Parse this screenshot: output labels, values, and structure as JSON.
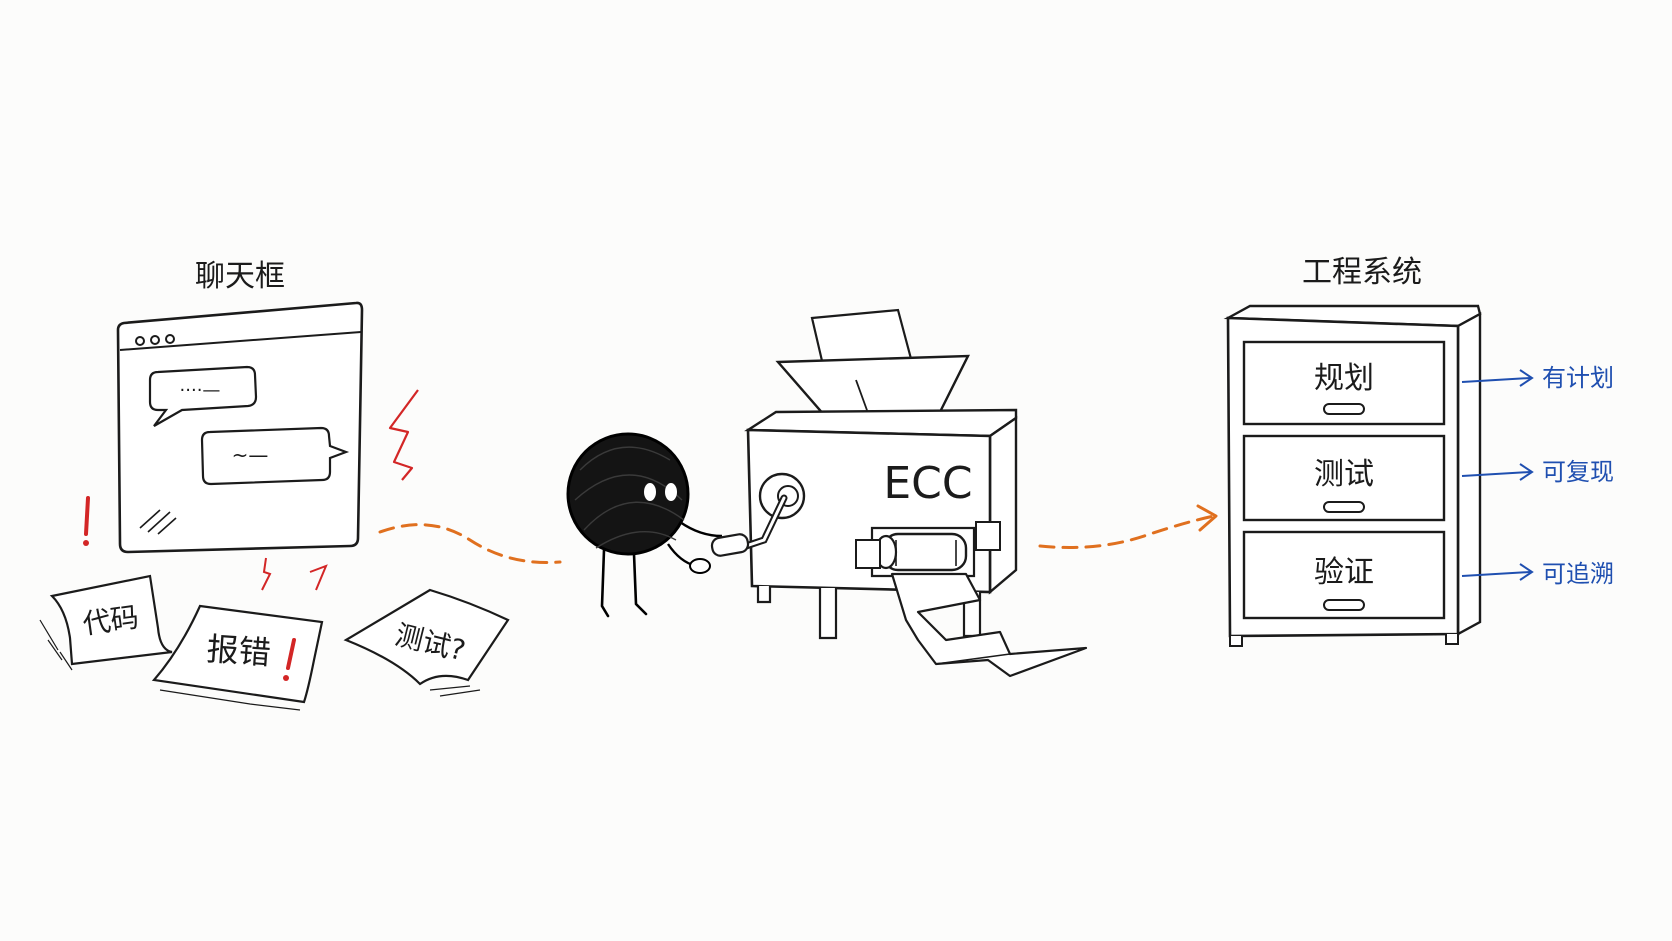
{
  "left": {
    "title": "聊天框",
    "papers": [
      "代码",
      "报错",
      "测试?"
    ],
    "bubble_texts": [
      "····—",
      "~—"
    ]
  },
  "machine": {
    "label": "ECC"
  },
  "right": {
    "title": "工程系统",
    "drawers": [
      "规划",
      "测试",
      "验证"
    ],
    "outcomes": [
      "有计划",
      "可复现",
      "可追溯"
    ]
  },
  "colors": {
    "ink": "#1b1b1b",
    "flow_arrow": "#e0701f",
    "alert": "#d32626",
    "outcome": "#1f4fb0",
    "background": "#fcfcfb"
  }
}
